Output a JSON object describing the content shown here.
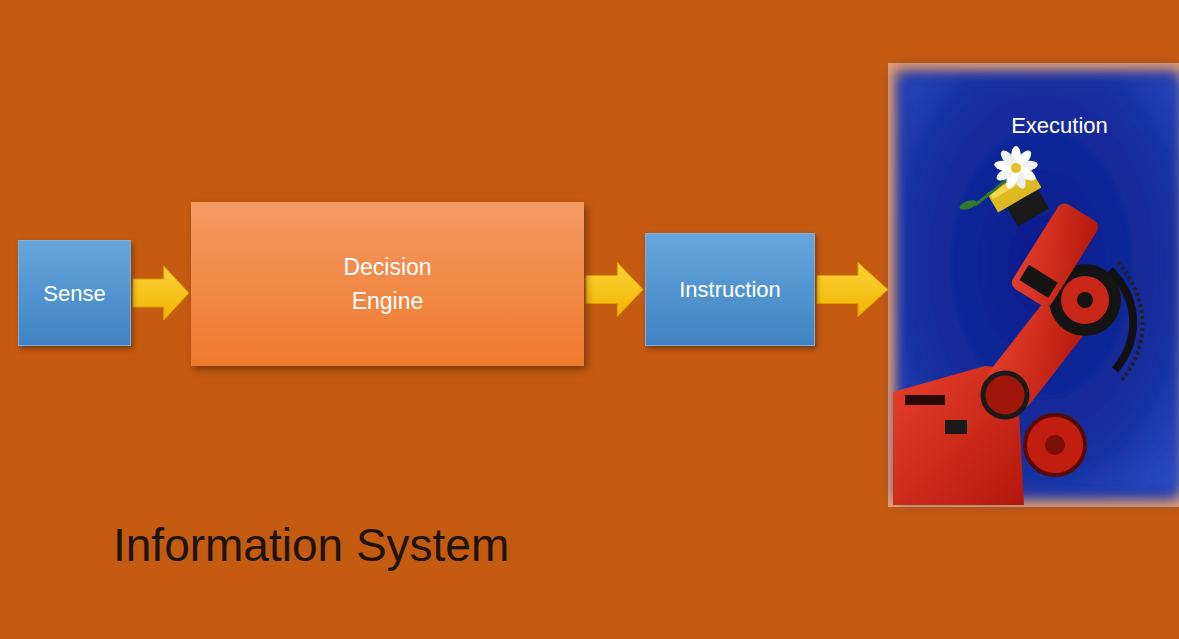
{
  "diagram": {
    "title": "Information System",
    "nodes": [
      {
        "text": [
          "Sense"
        ]
      },
      {
        "text": [
          "Decision Engine"
        ]
      },
      {
        "text": [
          "Instruction"
        ]
      },
      {
        "text": [
          "Execution"
        ]
      }
    ],
    "edges": [
      {
        "from": 0,
        "to": 1,
        "arrow": "to"
      },
      {
        "from": 1,
        "to": 2,
        "arrow": "to"
      },
      {
        "from": 2,
        "to": 3,
        "arrow": "to"
      }
    ]
  }
}
